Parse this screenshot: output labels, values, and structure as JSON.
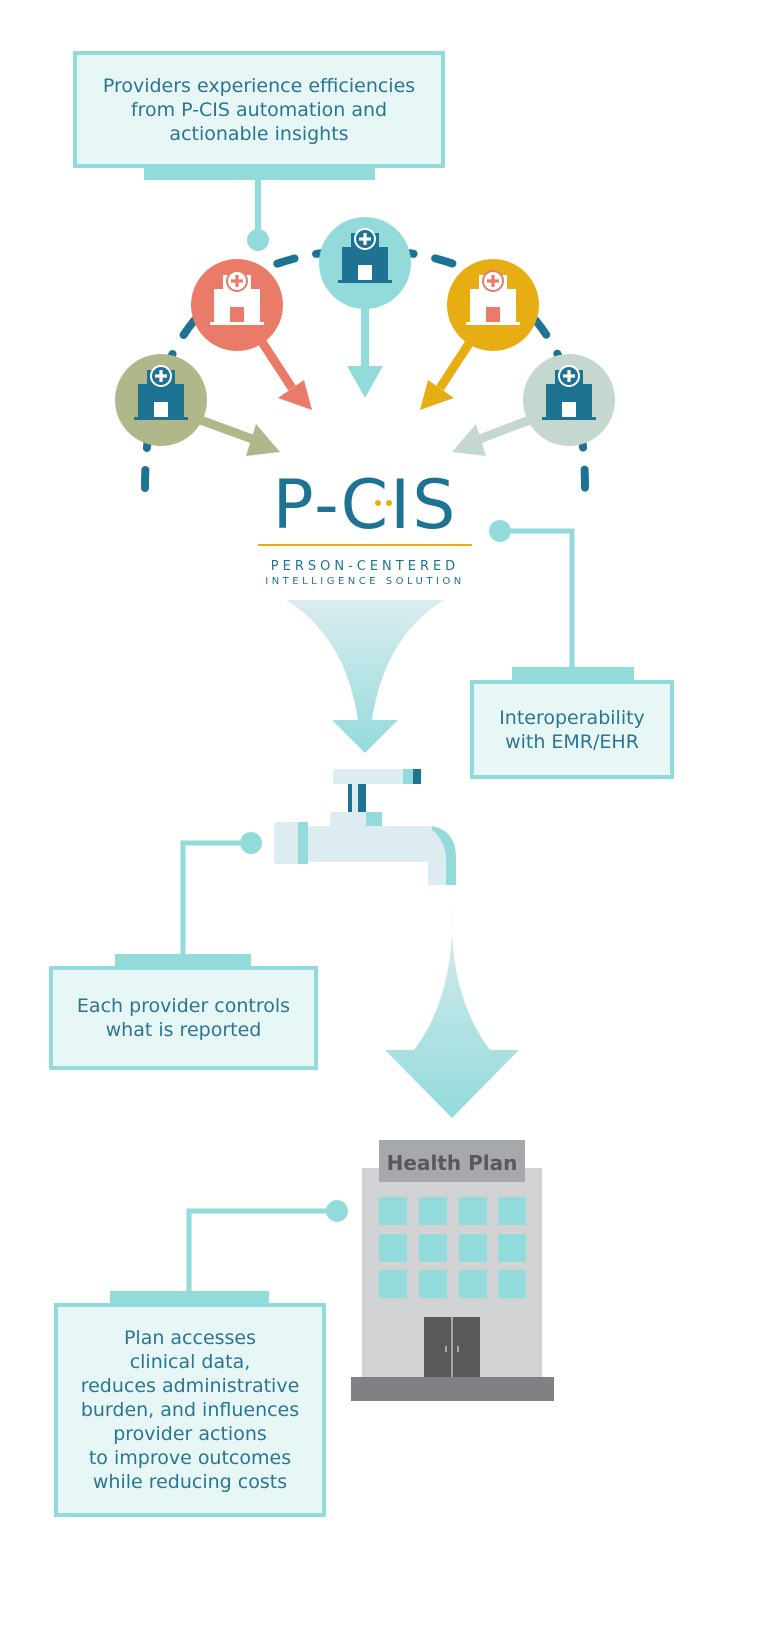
{
  "boxes": {
    "providers": "Providers experience efficiencies\nfrom P-CIS automation and\nactionable insights",
    "interoperability": "Interoperability\nwith EMR/EHR",
    "controls": "Each provider controls\nwhat is reported",
    "plan": "Plan accesses\nclinical data,\nreduces administrative\nburden, and influences\nprovider actions\nto improve outcomes\nwhile reducing costs"
  },
  "logo": {
    "wordmark": "P-CIS",
    "tagline_line1": "PERSON-CENTERED",
    "tagline_line2": "INTELLIGENCE SOLUTION"
  },
  "building": {
    "sign": "Health Plan"
  },
  "icons": [
    "hospital-icon",
    "faucet-icon",
    "office-building-icon",
    "funnel-arrow-icon"
  ],
  "colors": {
    "teal_light": "#93dbdb",
    "box_fill": "#e6f7f6",
    "text_blue": "#2a7591",
    "dark_teal": "#1e7392",
    "coral": "#ea7b69",
    "gold": "#e6ae12",
    "olive": "#b0b78a",
    "sage": "#c4d8cf",
    "gray_building": "#d1d2d4",
    "gray_sign": "#a7a8ab",
    "gray_base": "#808184"
  }
}
